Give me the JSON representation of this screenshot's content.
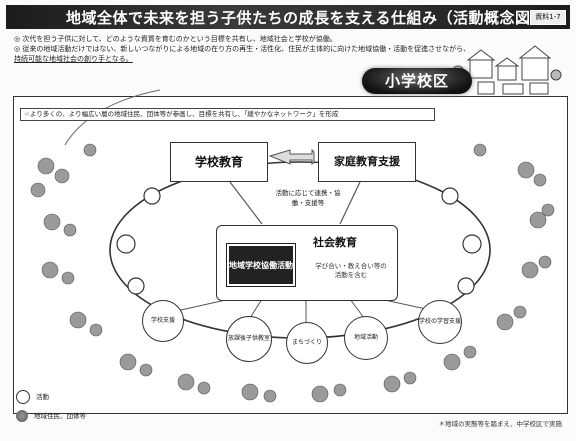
{
  "header": {
    "title": "地域全体で未来を担う子供たちの成長を支える仕組み（活動概念図）",
    "badge": "資料1-7"
  },
  "bullets": [
    "◎ 次代を担う子供に対して、どのような資質を育むのかという目標を共有し、地域社会と学校が協働。",
    "◎ 従来の地域活動だけではない、新しいつながりによる地域の在り方の再生・活性化、住民が主体的に向けた地域協働・活動を促進させながら、",
    "    持続可能な地域社会の創り手となる。"
  ],
  "district": "小学校区",
  "banner": "☆より多くの、より幅広い層の地域住民、団体等が参画し、目標を共有し、「緩やかなネットワーク」を形成",
  "boxes": {
    "school": "学校教育",
    "home": "家庭教育支援",
    "social": "社会教育",
    "activity": "地域学校協働活動",
    "social_sub": "学び合い・教え合い等の活動を含む"
  },
  "note": "活動に応じて連携・協働・支援等",
  "nodes": [
    "学校支援",
    "放課後子供教室",
    "まちづくり",
    "地域活動",
    "学校の学習支援"
  ],
  "legend": {
    "activity": "活動",
    "residents": "地域住民、団体等"
  },
  "footer": "＊地域の実態等を踏まえ、中学校区で実施"
}
